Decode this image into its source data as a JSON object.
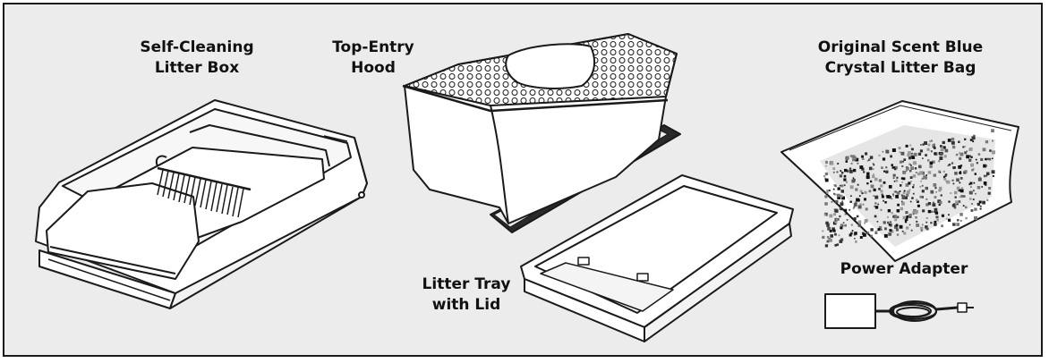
{
  "diagram": {
    "colors": {
      "background": "#ececec",
      "border": "#1a1a1a",
      "line": "#1a1a1a",
      "fill": "#ffffff",
      "shadow": "#2a2a2a"
    },
    "items": {
      "litter_box": {
        "line1": "Self-Cleaning",
        "line2": "Litter Box",
        "icon": "litter-box-illustration"
      },
      "hood": {
        "line1": "Top-Entry",
        "line2": "Hood",
        "icon": "hood-illustration"
      },
      "litter_bag": {
        "line1": "Original Scent Blue",
        "line2": "Crystal Litter Bag",
        "icon": "crystal-bag-illustration"
      },
      "tray": {
        "line1": "Litter Tray",
        "line2": "with Lid",
        "icon": "tray-illustration"
      },
      "adapter": {
        "line1": "Power Adapter",
        "icon": "power-adapter-illustration"
      }
    }
  }
}
